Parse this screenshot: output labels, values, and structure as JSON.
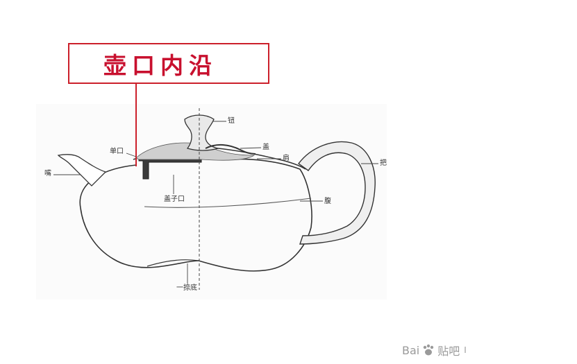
{
  "callout": {
    "title": "壶口内沿"
  },
  "labels": {
    "knob": "钮",
    "lid": "盖",
    "shoulder": "肩",
    "handle": "把",
    "lip": "单口",
    "spout": "嘴",
    "lid_mouth": "盖子口",
    "belly": "腹",
    "base": "一捺底"
  },
  "watermark": {
    "text_a": "Bai",
    "text_b": "贴吧",
    "text_c": "I"
  },
  "colors": {
    "callout": "#cc1f2a",
    "drawing": "#333333"
  }
}
